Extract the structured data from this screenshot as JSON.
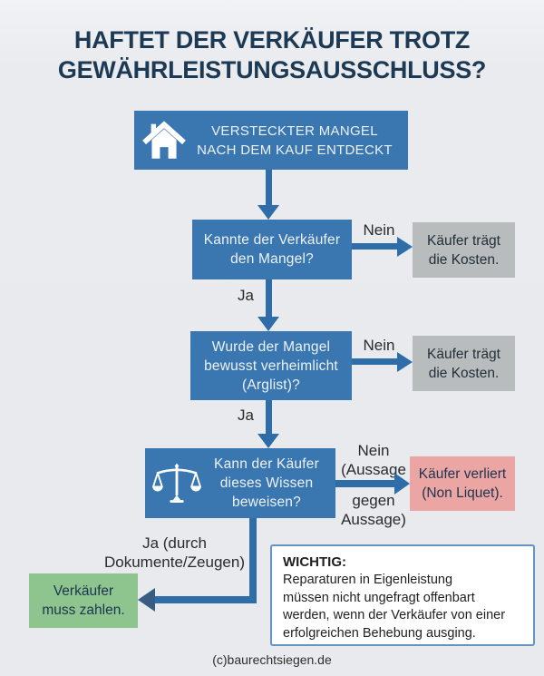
{
  "title": {
    "line1": "HAFTET DER VERKÄUFER TROTZ",
    "line2": "GEWÄHRLEISTUNGSAUSSCHLUSS?"
  },
  "nodes": {
    "start": {
      "line1": "VERSTECKTER MANGEL",
      "line2": "NACH DEM KAUF ENTDECKT",
      "icon": "house-icon"
    },
    "q1": {
      "line1": "Kannte der Verkäufer",
      "line2": "den Mangel?"
    },
    "q2": {
      "line1": "Wurde der Mangel",
      "line2": "bewusst verheimlicht",
      "line3": "(Arglist)?"
    },
    "q3": {
      "line1": "Kann der Käufer",
      "line2": "dieses Wissen",
      "line3": "beweisen?",
      "icon": "scales-icon"
    },
    "result_q1_no": {
      "line1": "Käufer trägt",
      "line2": "die Kosten."
    },
    "result_q2_no": {
      "line1": "Käufer trägt",
      "line2": "die Kosten."
    },
    "result_q3_no": {
      "line1": "Käufer verliert",
      "line2": "(Non Liquet)."
    },
    "result_q3_yes": {
      "line1": "Verkäufer",
      "line2": "muss zahlen."
    }
  },
  "labels": {
    "q1_no": "Nein",
    "q1_yes": "Ja",
    "q2_no": "Nein",
    "q2_yes": "Ja",
    "q3_no_line1": "Nein",
    "q3_no_line2": "(Aussage",
    "q3_no_line3": "gegen",
    "q3_no_line4": "Aussage)",
    "q3_yes_line1": "Ja (durch",
    "q3_yes_line2": "Dokumente/Zeugen)"
  },
  "note": {
    "heading": "WICHTIG:",
    "line1": "Reparaturen in Eigenleistung",
    "line2": "müssen nicht ungefragt offenbart",
    "line3": "werden, wenn der Verkäufer von einer",
    "line4": "erfolgreichen Behebung ausging."
  },
  "footer": {
    "credit": "(c)baurechtsiegen.de"
  },
  "colors": {
    "background": "#e8eaed",
    "box_blue": "#3a77b0",
    "arrow_blue": "#2e6da7",
    "arrowhead_dark": "#3a5c83",
    "result_gray": "#b9bcbc",
    "result_red": "#eba6a4",
    "result_green": "#8ec48e",
    "title_navy": "#1d3a55",
    "note_border": "#6593c2",
    "label_text": "#2b2b2b"
  }
}
